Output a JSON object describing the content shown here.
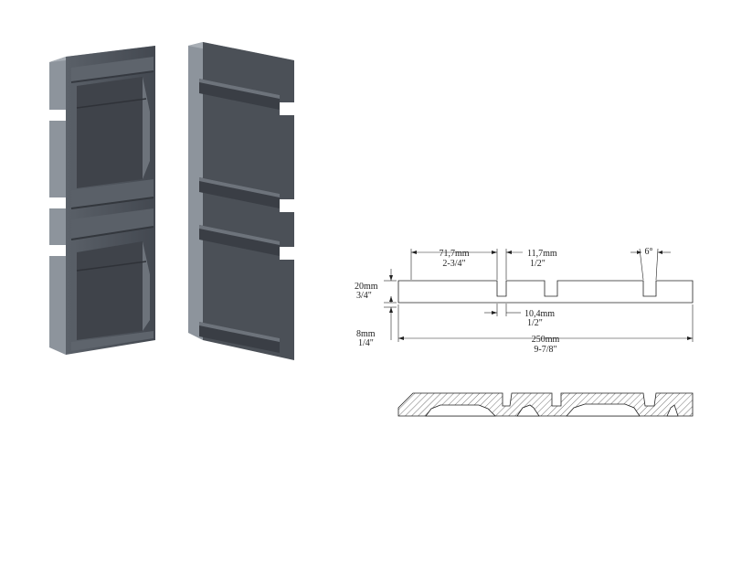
{
  "dimensions": {
    "groove_spacing_mm": "71,7mm",
    "groove_spacing_in": "2-3/4\"",
    "groove_width_mm": "11,7mm",
    "groove_width_in": "1/2\"",
    "angle": "6°",
    "thickness_mm": "20mm",
    "thickness_in": "3/4\"",
    "groove_bottom_mm": "10,4mm",
    "groove_bottom_in": "1/2\"",
    "groove_depth_mm": "8mm",
    "groove_depth_in": "1/4\"",
    "width_mm": "250mm",
    "width_in": "9-7/8\""
  },
  "colors": {
    "face": "#4b5057",
    "face_dark": "#3c4047",
    "face_light": "#6a7078",
    "edge": "#8d949c",
    "edge_light": "#a8aeb5",
    "hatch": "#333333"
  }
}
